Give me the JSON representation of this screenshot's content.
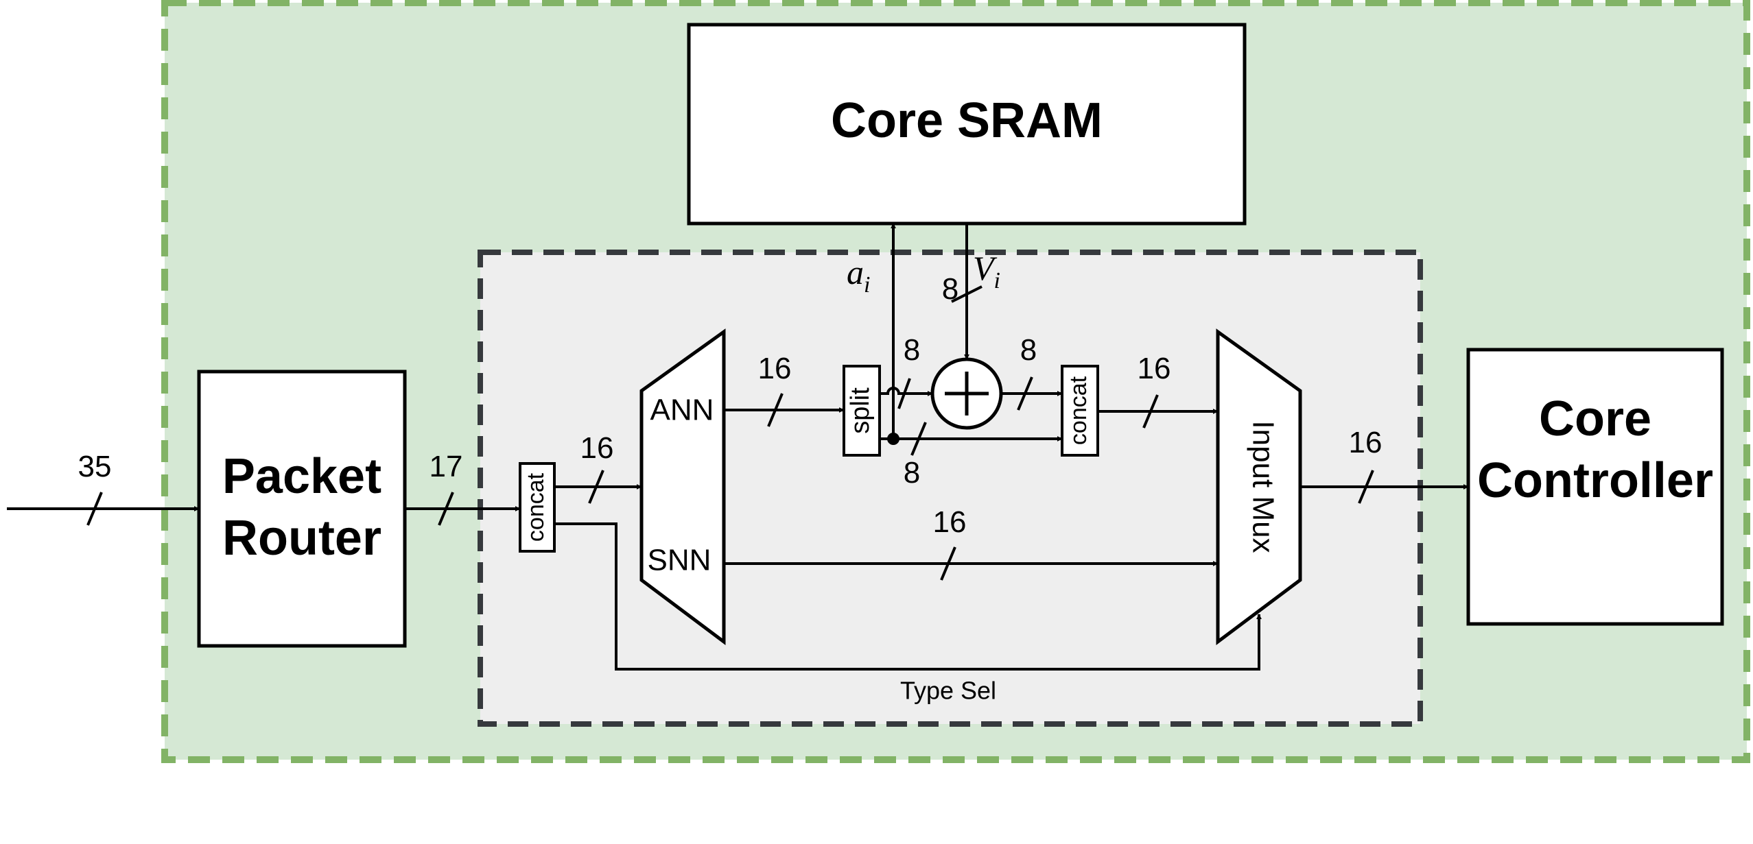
{
  "blocks": {
    "core_sram": "Core SRAM",
    "packet_router_line1": "Packet",
    "packet_router_line2": "Router",
    "core_controller_line1": "Core",
    "core_controller_line2": "Controller",
    "concat_left": "concat",
    "concat_right": "concat",
    "split": "split",
    "ann": "ANN",
    "snn": "SNN",
    "input_mux": "Input Mux"
  },
  "signals": {
    "a_i_base": "a",
    "a_i_sub": "i",
    "v_i_base": "V",
    "v_i_sub": "i",
    "type_sel": "Type Sel"
  },
  "bus_widths": {
    "input": "35",
    "router_out": "17",
    "concat_to_demux": "16",
    "ann_to_split": "16",
    "split_upper": "8",
    "split_lower": "8",
    "sram_vi": "8",
    "adder_out": "8",
    "concat_out": "16",
    "snn_to_mux": "16",
    "mux_out": "16"
  },
  "colors": {
    "outer_fill": "#d5e8d4",
    "outer_border": "#82b366",
    "inner_fill": "#eeeeee",
    "inner_border": "#36393d",
    "line": "#000000",
    "block_fill": "#ffffff"
  }
}
